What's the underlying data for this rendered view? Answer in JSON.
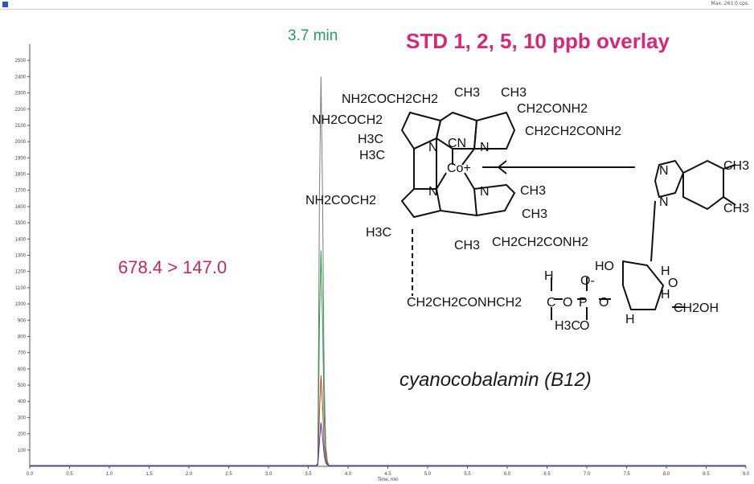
{
  "window": {
    "title": "",
    "max_label": "Max. 263.0 cps."
  },
  "annotations": {
    "rt_label": "3.7 min",
    "heading": "STD 1, 2, 5, 10 ppb overlay",
    "transition": "678.4 > 147.0",
    "compound": "cyanocobalamin (B12)"
  },
  "structure_labels": [
    "NH2COCH2CH2",
    "CH3",
    "CH3",
    "CH2CONH2",
    "NH2COCH2",
    "CH2CH2CONH2",
    "CN",
    "H3C",
    "H3C",
    "N",
    "N",
    "Co+",
    "N",
    "N",
    "CH3",
    "NH2COCH2",
    "CH3",
    "H3C",
    "CH3",
    "CH2CH2CONH2",
    "N",
    "N",
    "CH3",
    "CH3",
    "HO",
    "O-",
    "H",
    "H",
    "O",
    "CH2CH2CONHCH2",
    "C",
    "O",
    "P",
    "O",
    "H",
    "CH2OH",
    "H3C",
    "O",
    "H"
  ],
  "colors": {
    "heading": "#d6287a",
    "transition": "#c4285e",
    "rt_label": "#22a05a",
    "series": [
      "#7a7a7a",
      "#1e9e3c",
      "#e03020",
      "#2a3ec8"
    ]
  },
  "chart_data": {
    "type": "line",
    "xlabel": "Time, min",
    "ylabel": "",
    "xlim": [
      0.0,
      9.0
    ],
    "ylim": [
      0,
      2600
    ],
    "x_ticks": [
      0.0,
      0.5,
      1.0,
      1.5,
      2.0,
      2.5,
      3.0,
      3.5,
      4.0,
      4.5,
      5.0,
      5.5,
      6.0,
      6.5,
      7.0,
      7.5,
      8.0,
      8.5,
      9.0
    ],
    "y_ticks": [
      100,
      200,
      300,
      400,
      500,
      600,
      700,
      800,
      900,
      1000,
      1100,
      1200,
      1300,
      1400,
      1500,
      1600,
      1700,
      1800,
      1900,
      2000,
      2100,
      2200,
      2300,
      2400,
      2500
    ],
    "series": [
      {
        "x": [
          0.0,
          3.6,
          3.62,
          3.64,
          3.66,
          3.68,
          3.7,
          3.72,
          3.74,
          3.76,
          9.0
        ],
        "values": [
          5,
          5,
          20,
          1660,
          2400,
          1660,
          520,
          120,
          30,
          5,
          5
        ]
      },
      {
        "x": [
          0.0,
          3.6,
          3.62,
          3.64,
          3.66,
          3.68,
          3.7,
          3.72,
          3.74,
          3.76,
          9.0
        ],
        "values": [
          5,
          5,
          15,
          880,
          1330,
          900,
          300,
          80,
          20,
          5,
          5
        ]
      },
      {
        "x": [
          0.0,
          3.6,
          3.62,
          3.64,
          3.66,
          3.68,
          3.7,
          3.72,
          3.74,
          3.76,
          9.0
        ],
        "values": [
          5,
          5,
          10,
          330,
          560,
          380,
          130,
          40,
          10,
          5,
          5
        ]
      },
      {
        "x": [
          0.0,
          3.6,
          3.62,
          3.64,
          3.66,
          3.68,
          3.7,
          3.72,
          3.74,
          3.76,
          9.0
        ],
        "values": [
          5,
          5,
          8,
          150,
          270,
          180,
          70,
          20,
          8,
          5,
          5
        ]
      }
    ]
  }
}
